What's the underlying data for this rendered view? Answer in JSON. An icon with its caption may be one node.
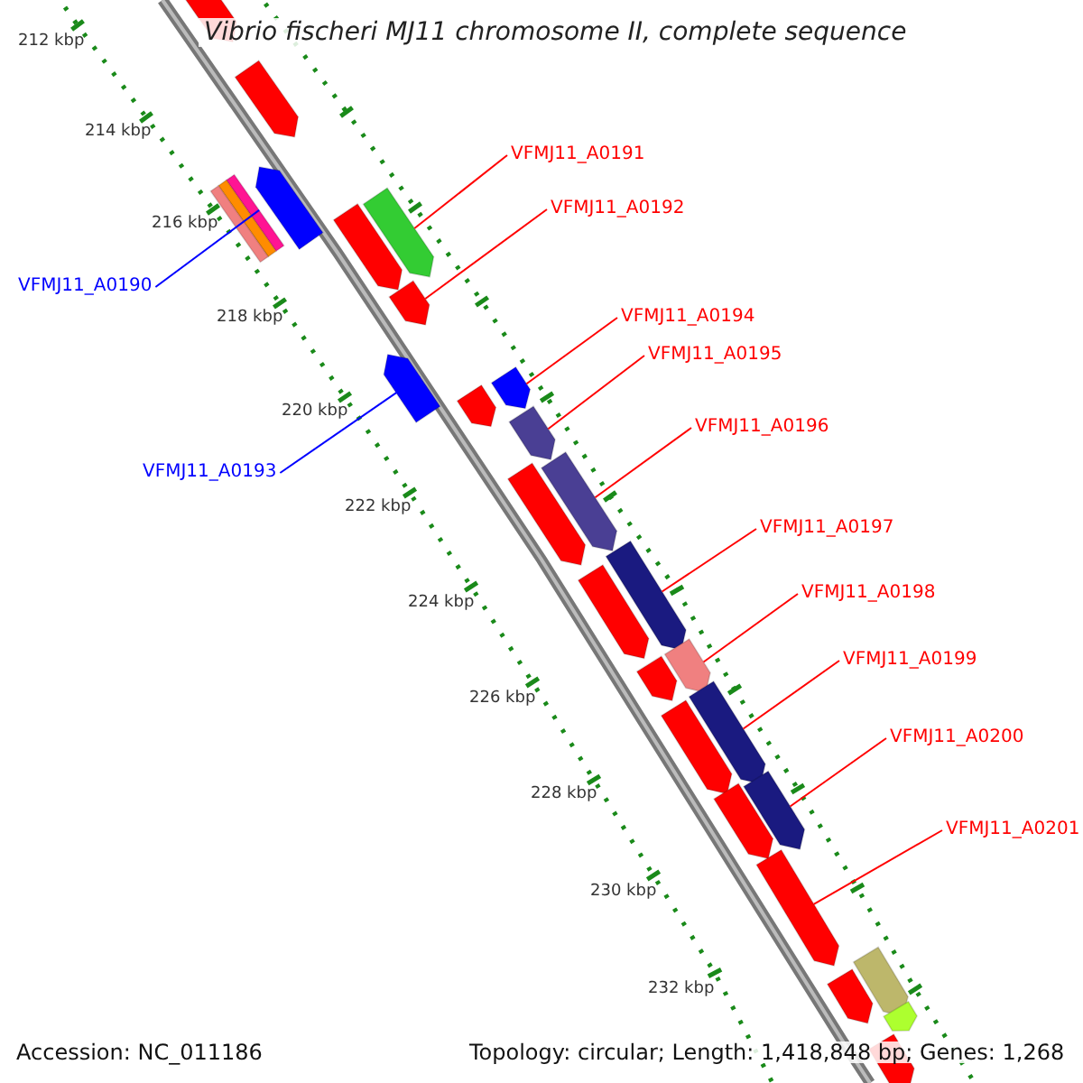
{
  "diagram": {
    "title": "Vibrio fischeri MJ11 chromosome II, complete sequence",
    "nodes": [
      {
        "text": [
          "VFMJ11_A0190"
        ]
      },
      {
        "text": [
          "VFMJ11_A0191"
        ]
      },
      {
        "text": [
          "VFMJ11_A0192"
        ]
      },
      {
        "text": [
          "VFMJ11_A0193"
        ]
      },
      {
        "text": [
          "VFMJ11_A0194"
        ]
      },
      {
        "text": [
          "VFMJ11_A0195"
        ]
      },
      {
        "text": [
          "VFMJ11_A0196"
        ]
      },
      {
        "text": [
          "VFMJ11_A0197"
        ]
      },
      {
        "text": [
          "VFMJ11_A0198"
        ]
      },
      {
        "text": [
          "VFMJ11_A0199"
        ]
      },
      {
        "text": [
          "VFMJ11_A0200"
        ]
      },
      {
        "text": [
          "VFMJ11_A0201"
        ]
      },
      {
        "text": [],
        "shape": "bar"
      },
      {
        "text": [],
        "shape": "bar"
      },
      {
        "text": [],
        "shape": "bar"
      },
      {
        "text": [],
        "shape": "bar"
      },
      {
        "text": [],
        "shape": "bar"
      },
      {
        "text": [],
        "shape": "bar"
      },
      {
        "text": [],
        "shape": "bar"
      },
      {
        "text": [],
        "shape": "bar"
      },
      {
        "text": [],
        "shape": "bar"
      },
      {
        "text": [],
        "shape": "bar"
      },
      {
        "text": [],
        "shape": "bar"
      },
      {
        "text": [],
        "shape": "bar"
      },
      {
        "text": [],
        "shape": "bar"
      },
      {
        "text": [],
        "shape": "bar"
      },
      {
        "text": [],
        "shape": "bar"
      },
      {
        "text": [],
        "shape": "bar"
      },
      {
        "text": [],
        "shape": "bar"
      },
      {
        "text": [],
        "shape": "bar"
      },
      {
        "text": [],
        "shape": "bar"
      },
      {
        "text": [],
        "shape": "bar"
      },
      {
        "text": [],
        "shape": "bar"
      },
      {
        "text": [],
        "shape": "bar"
      },
      {
        "text": [],
        "shape": "bar"
      },
      {
        "text": [],
        "shape": "bar"
      },
      {
        "text": [],
        "shape": "bar"
      },
      {
        "text": [],
        "shape": "bar"
      }
    ],
    "edges": [
      {
        "from": 0,
        "to": 15,
        "arrow": "none",
        "color": "#0000ff"
      },
      {
        "from": 1,
        "to": 16,
        "arrow": "none"
      },
      {
        "from": 2,
        "to": 18,
        "arrow": "none"
      },
      {
        "from": 3,
        "to": 19,
        "arrow": "none",
        "color": "#0000ff"
      },
      {
        "from": 4,
        "to": 20,
        "arrow": "none"
      },
      {
        "from": 5,
        "to": 22,
        "arrow": "none"
      },
      {
        "from": 6,
        "to": 23,
        "arrow": "none"
      },
      {
        "from": 7,
        "to": 25,
        "arrow": "none"
      },
      {
        "from": 8,
        "to": 27,
        "arrow": "none"
      },
      {
        "from": 9,
        "to": 29,
        "arrow": "none"
      },
      {
        "from": 10,
        "to": 31,
        "arrow": "none"
      },
      {
        "from": 11,
        "to": 33,
        "arrow": "none"
      }
    ],
    "labels": [
      "212 kbp",
      "214 kbp",
      "216 kbp",
      "218 kbp",
      "220 kbp",
      "222 kbp",
      "224 kbp",
      "226 kbp",
      "228 kbp",
      "230 kbp",
      "232 kbp",
      "Accession: NC_011186",
      "Topology: circular; Length: 1,418,848 bp; Genes: 1,268"
    ]
  }
}
